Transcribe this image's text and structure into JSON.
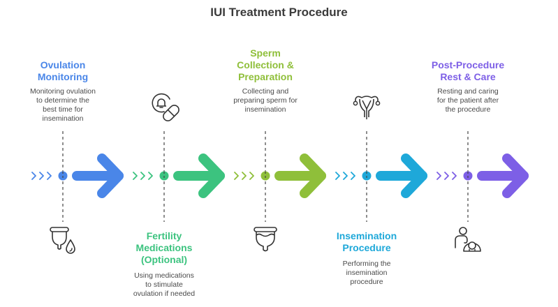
{
  "title": "IUI Treatment Procedure",
  "steps": [
    {
      "id": "ovulation-monitoring",
      "title": [
        "Ovulation",
        "Monitoring"
      ],
      "description": [
        "Monitoring ovulation",
        "to determine the",
        "best time for",
        "insemination"
      ],
      "color": "#4a86e8",
      "text_position": "top",
      "icon": "menstrual-cup-drop-icon"
    },
    {
      "id": "fertility-medications",
      "title": [
        "Fertility",
        "Medications",
        "(Optional)"
      ],
      "description": [
        "Using medications",
        "to stimulate",
        "ovulation if needed"
      ],
      "color": "#3cc37f",
      "text_position": "bottom",
      "icon": "alarm-pill-icon"
    },
    {
      "id": "sperm-collection",
      "title": [
        "Sperm",
        "Collection &",
        "Preparation"
      ],
      "description": [
        "Collecting and",
        "preparing sperm for",
        "insemination"
      ],
      "color": "#8fbf3a",
      "text_position": "top",
      "icon": "collection-cup-icon"
    },
    {
      "id": "insemination-procedure",
      "title": [
        "Insemination",
        "Procedure"
      ],
      "description": [
        "Performing the",
        "insemination",
        "procedure"
      ],
      "color": "#1ea8d9",
      "text_position": "bottom",
      "icon": "uterus-icon"
    },
    {
      "id": "post-procedure",
      "title": [
        "Post-Procedure",
        "Rest & Care"
      ],
      "description": [
        "Resting and caring",
        "for the patient after",
        "the procedure"
      ],
      "color": "#7d5fe6",
      "text_position": "top",
      "icon": "caregiver-patient-icon"
    }
  ]
}
